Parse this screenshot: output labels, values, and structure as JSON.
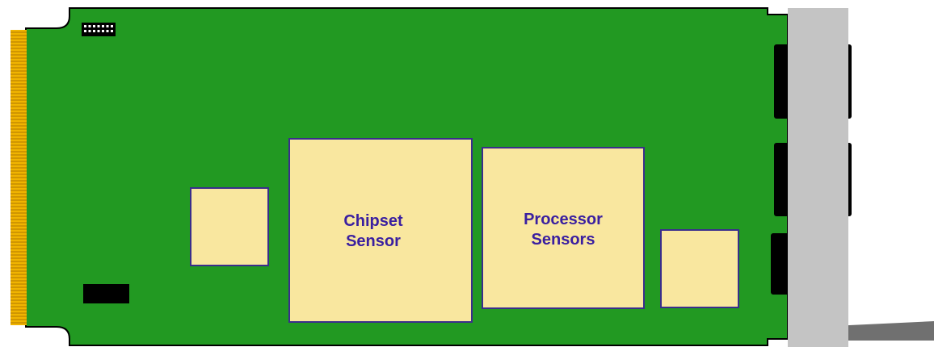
{
  "diagram": {
    "colors": {
      "board": "#229922",
      "board_outline": "#000000",
      "chip_fill": "#f9e79f",
      "chip_border": "#3a2e8c",
      "label_text": "#3a1fa0",
      "edge_connector": "#f0b400",
      "bracket": "#c4c4c4",
      "port": "#000000",
      "tab": "#707070"
    },
    "chips": {
      "chipset": {
        "line1": "Chipset",
        "line2": "Sensor"
      },
      "processor": {
        "line1": "Processor",
        "line2": "Sensors"
      }
    },
    "icons": {
      "edge_connector": "gold-finger-connector",
      "header": "pin-header-icon",
      "ports": "io-port-icon"
    }
  }
}
